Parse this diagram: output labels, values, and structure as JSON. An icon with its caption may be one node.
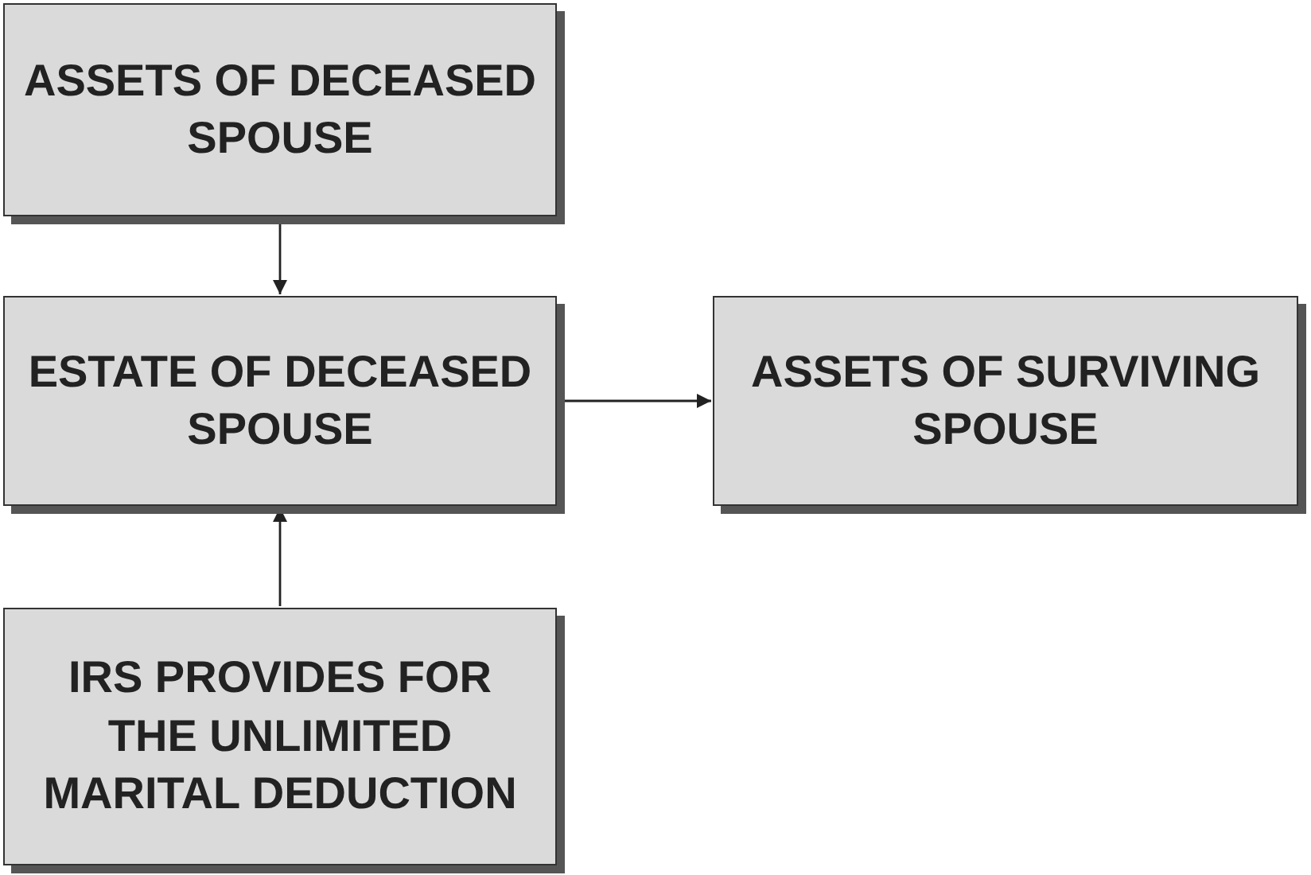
{
  "diagram": {
    "nodes": [
      {
        "text": [
          "ASSETS OF DECEASED SPOUSE"
        ]
      },
      {
        "text": [
          "ESTATE OF DECEASED SPOUSE"
        ]
      },
      {
        "text": [
          "ASSETS OF SURVIVING SPOUSE"
        ]
      },
      {
        "text": [
          "IRS PROVIDES FOR THE UNLIMITED MARITAL DEDUCTION"
        ]
      }
    ],
    "edges": [
      {
        "from": 0,
        "to": 1,
        "arrow": "to"
      },
      {
        "from": 1,
        "to": 2,
        "arrow": "to"
      },
      {
        "from": 3,
        "to": 1,
        "arrow": "to"
      }
    ]
  }
}
